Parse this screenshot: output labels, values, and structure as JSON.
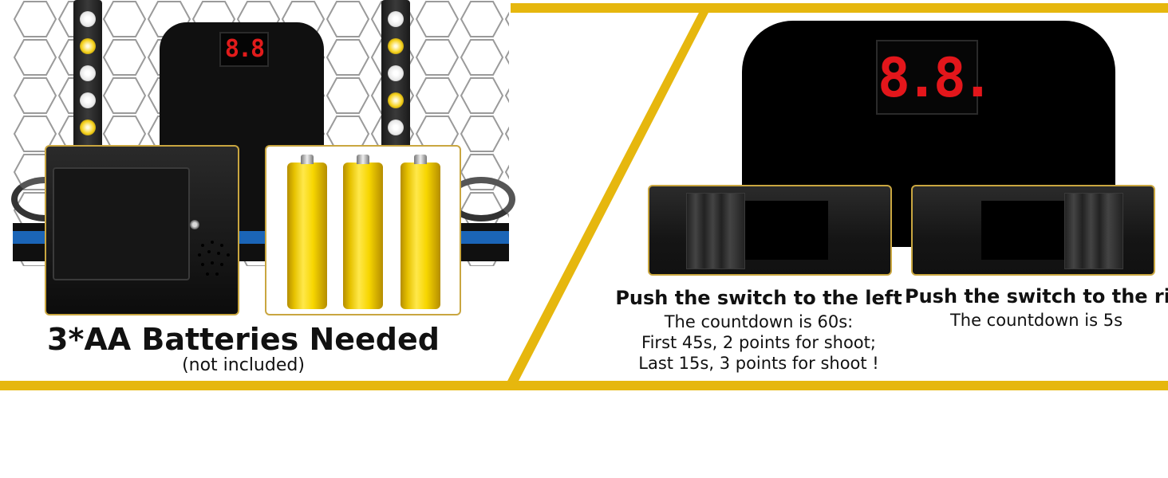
{
  "left_panel": {
    "small_display_text": "8.8",
    "batteries_title": "3*AA Batteries Needed",
    "batteries_subtitle": "(not included)"
  },
  "right_panel": {
    "big_display_text": "8.8.",
    "left_switch": {
      "title": "Push the switch to the left",
      "line1": "The countdown is 60s:",
      "line2": "First 45s, 2 points for shoot;",
      "line3": "Last 15s, 3 points for shoot !"
    },
    "right_switch": {
      "title": "Push the switch to the right",
      "line1": "The countdown is 5s"
    }
  },
  "colors": {
    "gold": "#e6b70e",
    "display_red": "#e3161b",
    "battery_yellow": "#f7d600",
    "rail_blue": "#1b65b7"
  }
}
